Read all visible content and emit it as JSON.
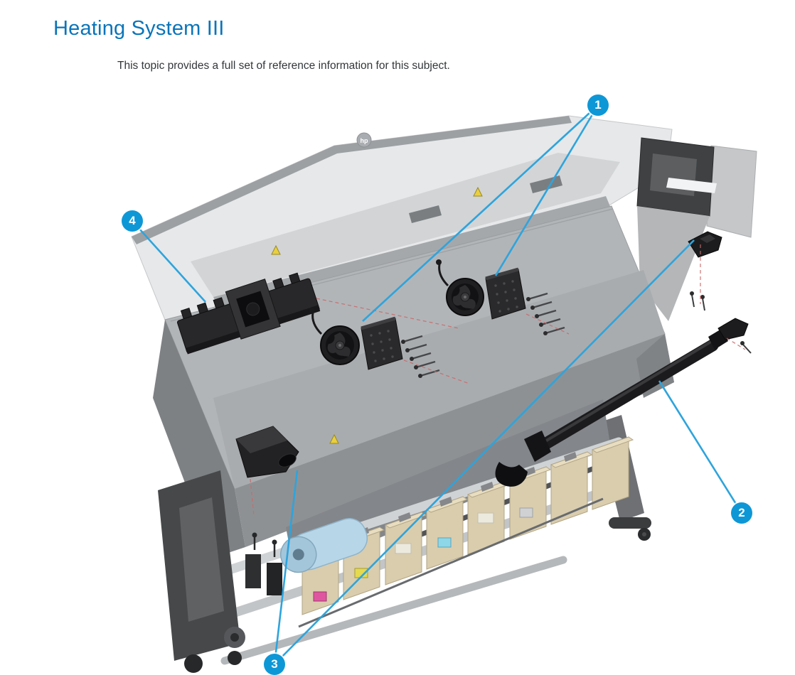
{
  "page": {
    "title": "Heating System III",
    "subtitle": "This topic provides a full set of reference information for this subject."
  },
  "figure": {
    "printer_logo": "hp",
    "callouts": [
      {
        "number": "1"
      },
      {
        "number": "2"
      },
      {
        "number": "3"
      },
      {
        "number": "4"
      }
    ],
    "colors": {
      "title_blue": "#0a74b9",
      "callout_blue": "#0e97d6",
      "leader_line_blue": "#2ea4dc",
      "guide_line_red": "#c96a6a"
    }
  }
}
